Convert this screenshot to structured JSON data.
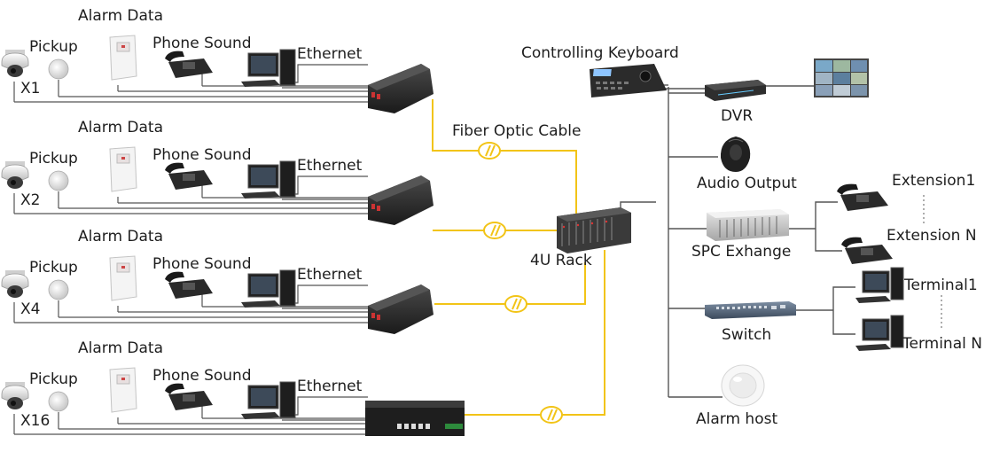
{
  "source_groups": [
    {
      "alarm_label": "Alarm Data",
      "pickup_label": "Pickup",
      "camera_count": "X1",
      "phone_label": "Phone Sound",
      "ethernet_label": "Ethernet"
    },
    {
      "alarm_label": "Alarm Data",
      "pickup_label": "Pickup",
      "camera_count": "X2",
      "phone_label": "Phone Sound",
      "ethernet_label": "Ethernet"
    },
    {
      "alarm_label": "Alarm Data",
      "pickup_label": "Pickup",
      "camera_count": "X4",
      "phone_label": "Phone Sound",
      "ethernet_label": "Ethernet"
    },
    {
      "alarm_label": "Alarm Data",
      "pickup_label": "Pickup",
      "camera_count": "X16",
      "phone_label": "Phone Sound",
      "ethernet_label": "Ethernet"
    }
  ],
  "fiber_label": "Fiber  Optic  Cable",
  "rack_label": "4U Rack",
  "keyboard_label": "Controlling Keyboard",
  "dvr_label": "DVR",
  "audio_output_label": "Audio Output",
  "spc_label": "SPC Exhange",
  "switch_label": "Switch",
  "alarm_host_label": "Alarm host",
  "extensions": [
    "Extension1",
    "Extension N"
  ],
  "terminals": [
    "Terminal1",
    "Terminal N"
  ],
  "colors": {
    "fiber": "#f2c417",
    "wire": "#555555",
    "device": "#2a2a2a"
  },
  "icons": [
    "speed-dome-camera-icon",
    "pickup-microphone-icon",
    "alarm-detector-icon",
    "telephone-icon",
    "desktop-computer-icon",
    "fiber-transceiver-icon",
    "rack-chassis-icon",
    "keyboard-controller-icon",
    "dvr-icon",
    "video-wall-icon",
    "speaker-icon",
    "spc-exchange-icon",
    "network-switch-icon",
    "alarm-host-icon"
  ]
}
